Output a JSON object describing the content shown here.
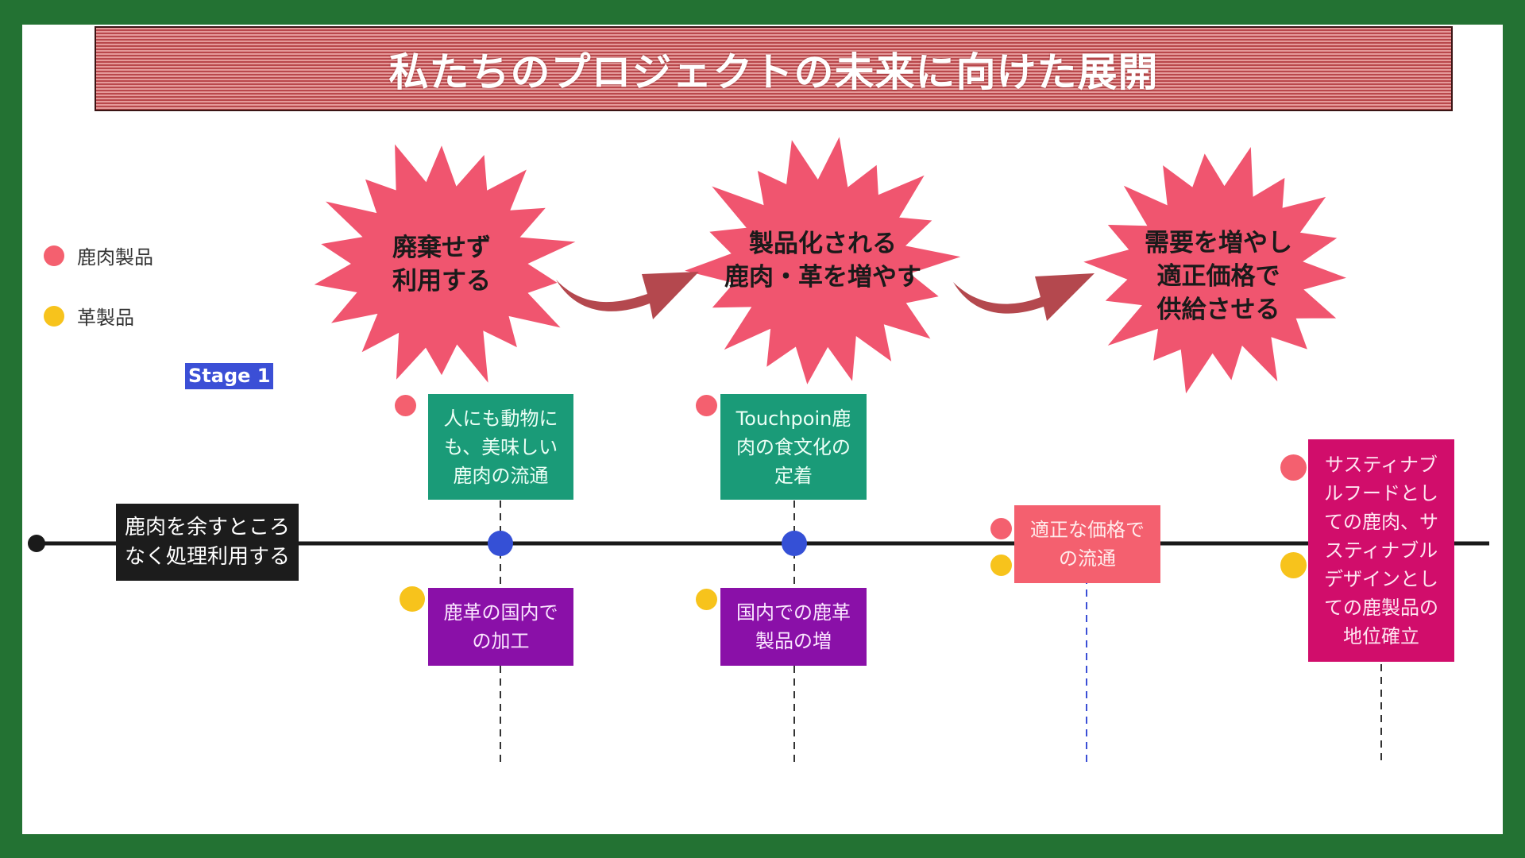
{
  "title": "私たちのプロジェクトの未来に向けた展開",
  "colors": {
    "frame": "#237233",
    "burst": "#f0556f",
    "arrow": "#b4484e",
    "timeline": "#1a1a1a",
    "milestone": "#3550d6",
    "meat": "#f4606f",
    "leather": "#f7c31c"
  },
  "legend": [
    {
      "label": "鹿肉製品",
      "color": "#f4606f"
    },
    {
      "label": "革製品",
      "color": "#f7c31c"
    }
  ],
  "stage_label": "Stage 1",
  "bursts": [
    {
      "text": "廃棄せず\n利用する"
    },
    {
      "text": "製品化される\n鹿肉・革を増やす"
    },
    {
      "text": "需要を増やし\n適正価格で\n供給させる"
    }
  ],
  "timeline": {
    "start_box": "鹿肉を余すところ\nなく処理利用する",
    "milestones": [
      {
        "meat": "人にも動物に\nも、美味しい\n鹿肉の流通",
        "leather": "鹿革の国内で\nの加工"
      },
      {
        "meat": "Touchpoin鹿\n肉の食文化の\n定着",
        "leather": "国内での鹿革\n製品の増"
      },
      {
        "combined": "適正な価格で\nの流通"
      },
      {
        "combined": "サスティナブ\nルフードとし\nての鹿肉、サ\nスティナブル\nデザインとし\nての鹿製品の\n地位確立"
      }
    ]
  }
}
